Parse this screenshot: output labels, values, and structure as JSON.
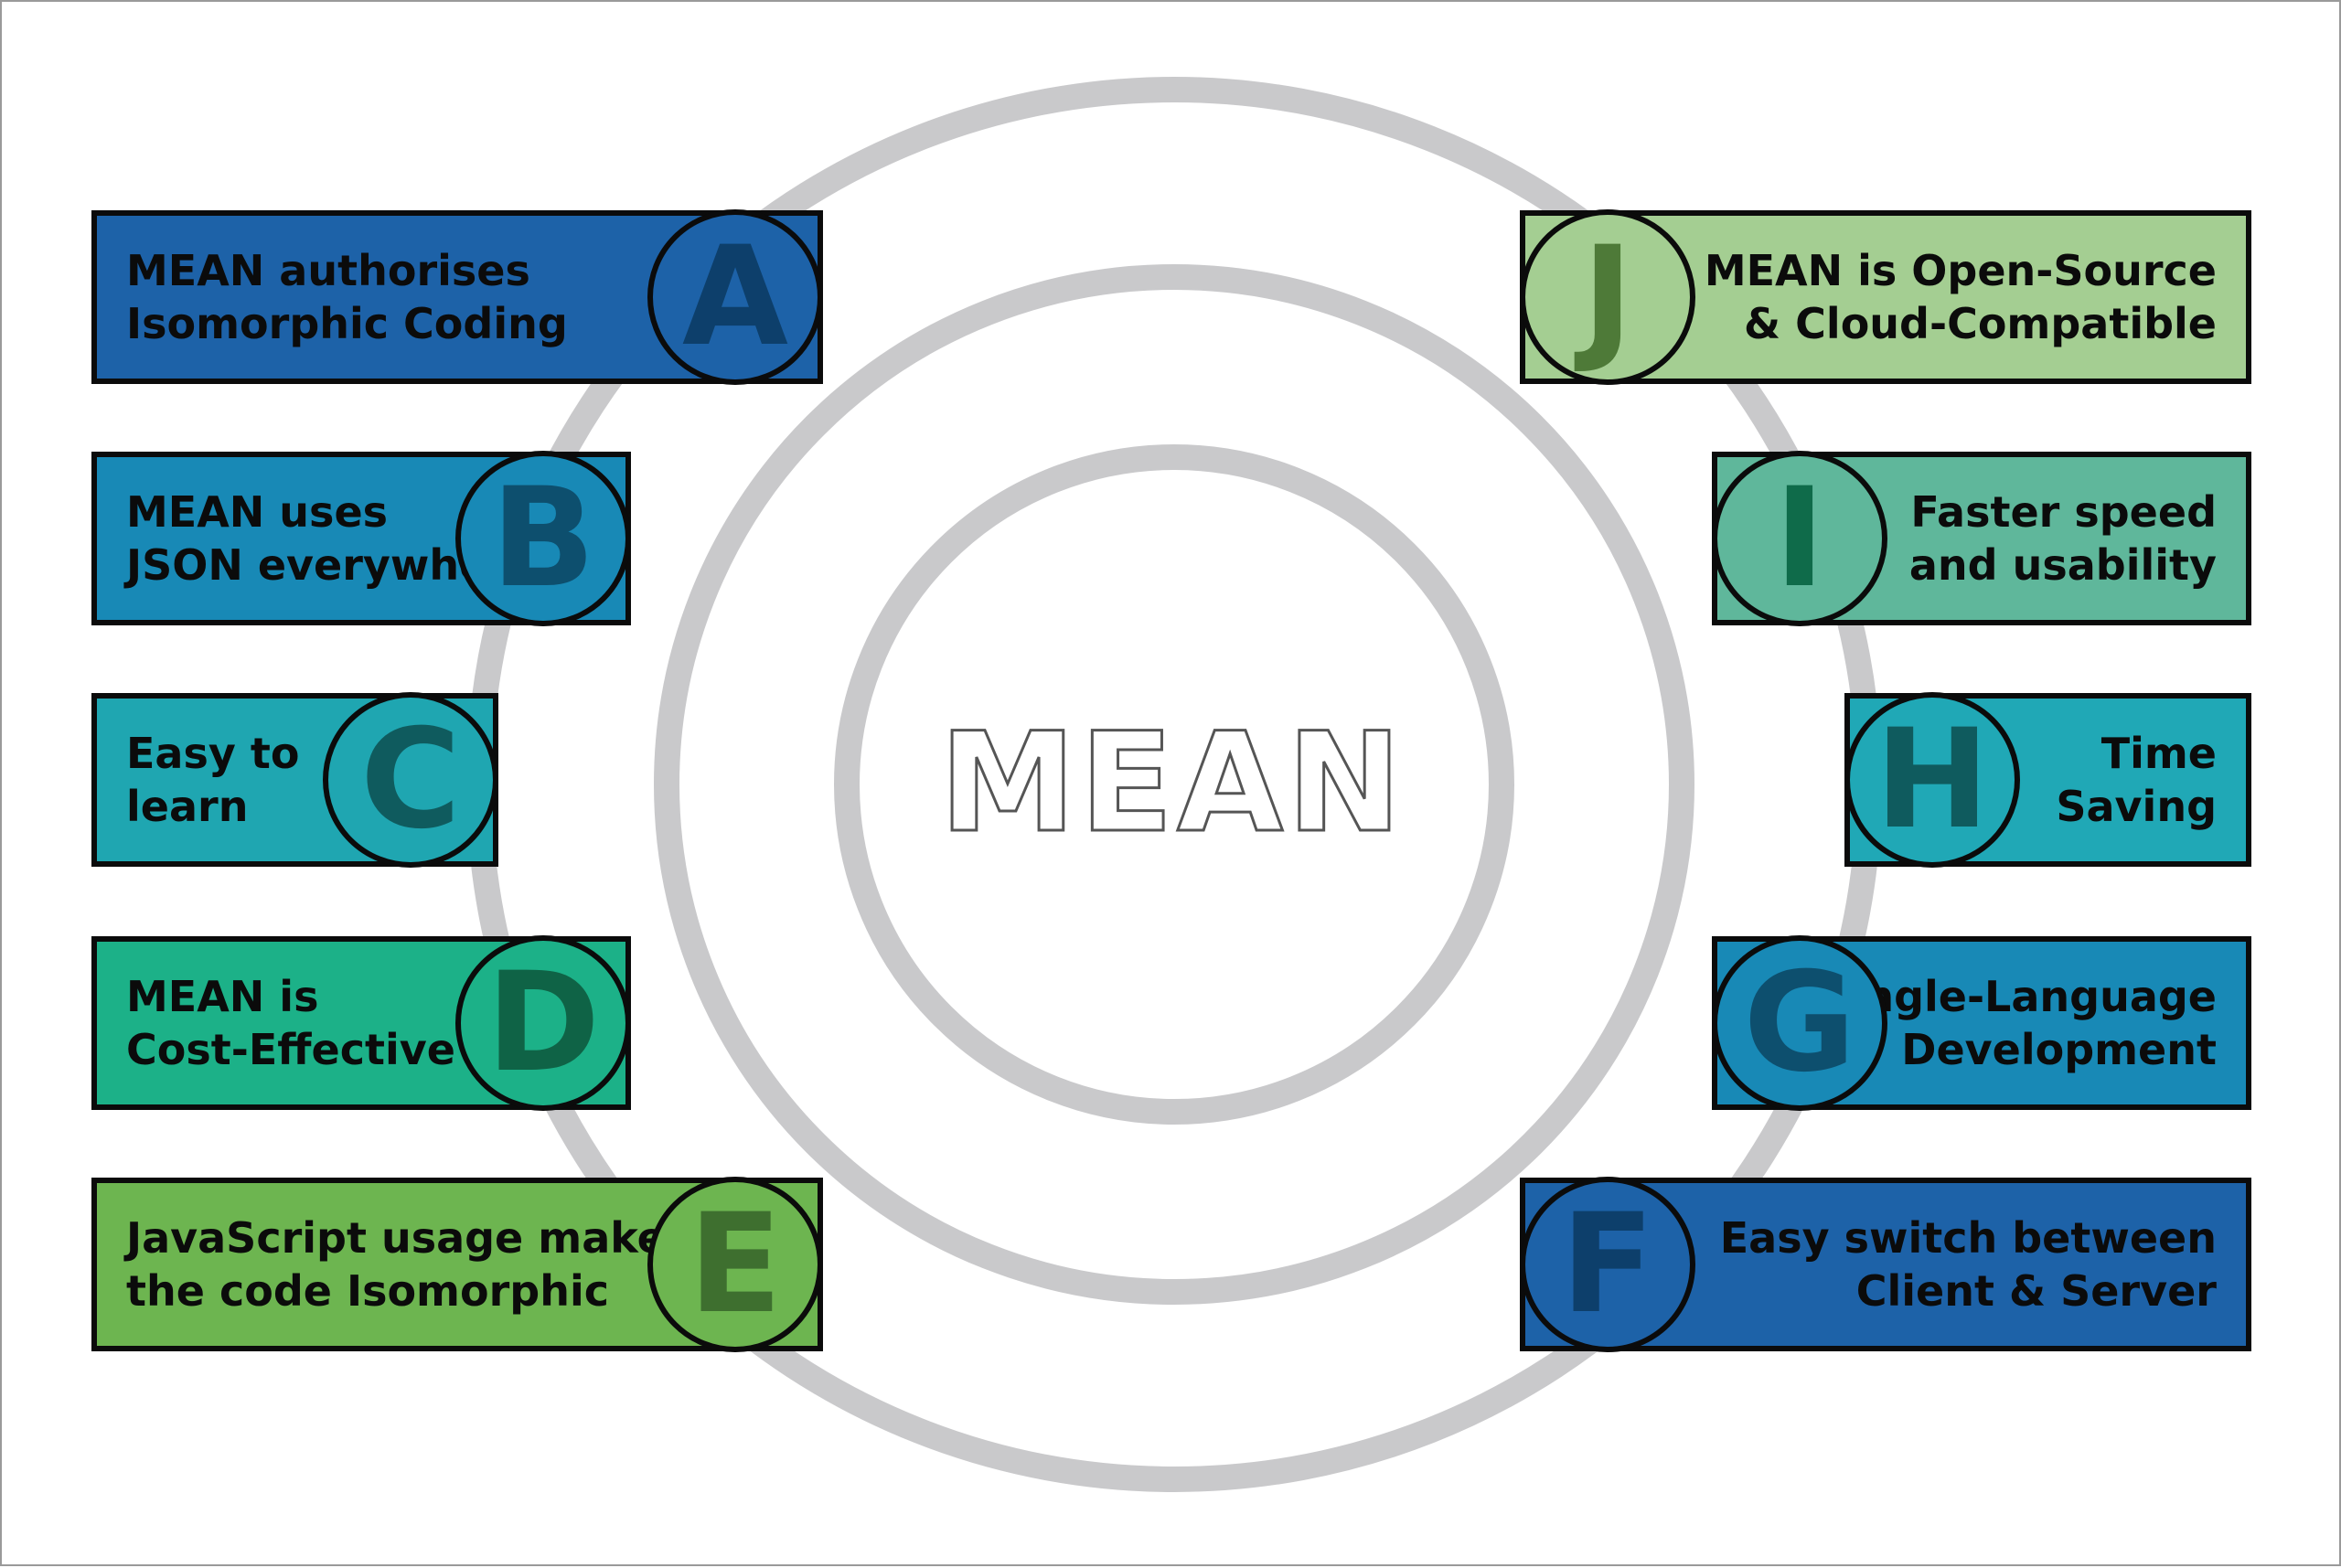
{
  "diagram": {
    "center_title": "MEAN",
    "ring_color": "#c9c9cb",
    "items": [
      {
        "letter": "A",
        "side": "left",
        "lines": [
          "MEAN authorises",
          "Isomorphic Coding"
        ],
        "color": "#1d62a8",
        "letter_color": "#0d3f6b"
      },
      {
        "letter": "B",
        "side": "left",
        "lines": [
          "MEAN uses",
          "JSON everywhere"
        ],
        "color": "#1889b6",
        "letter_color": "#0d4f6e"
      },
      {
        "letter": "C",
        "side": "left",
        "lines": [
          "Easy to",
          "learn"
        ],
        "color": "#1fa6b1",
        "letter_color": "#0f5b5e"
      },
      {
        "letter": "D",
        "side": "left",
        "lines": [
          "MEAN is",
          "Cost-Effective"
        ],
        "color": "#1cb188",
        "letter_color": "#0f6346"
      },
      {
        "letter": "E",
        "side": "left",
        "lines": [
          "JavaScript usage makes",
          "the code Isomorphic"
        ],
        "color": "#6db550",
        "letter_color": "#3e6f2f"
      },
      {
        "letter": "J",
        "side": "right",
        "lines": [
          "MEAN is Open-Source",
          "& Cloud-Compatible"
        ],
        "color": "#a4ce92",
        "letter_color": "#4e7a38"
      },
      {
        "letter": "I",
        "side": "right",
        "lines": [
          "Faster speed",
          "and usability"
        ],
        "color": "#5fb79b",
        "letter_color": "#0f6b4a"
      },
      {
        "letter": "H",
        "side": "right",
        "lines": [
          "Time",
          "Saving"
        ],
        "color": "#20a8b6",
        "letter_color": "#0f5b5e"
      },
      {
        "letter": "G",
        "side": "right",
        "lines": [
          "Single-Language",
          "Development"
        ],
        "color": "#1889b6",
        "letter_color": "#0d4f6e"
      },
      {
        "letter": "F",
        "side": "right",
        "lines": [
          "Easy switch between",
          "Client & Server"
        ],
        "color": "#1d62a8",
        "letter_color": "#0d3f6b"
      }
    ]
  }
}
